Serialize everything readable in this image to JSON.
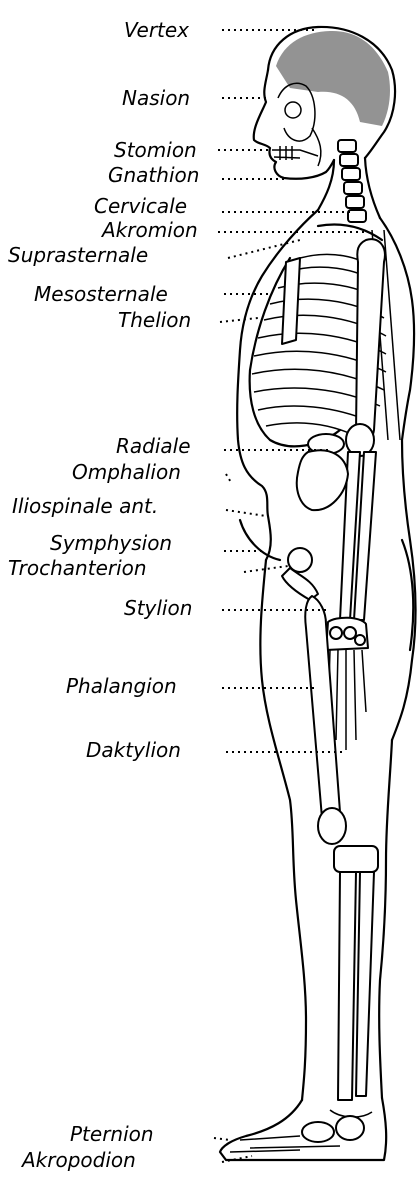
{
  "labels": {
    "vertex": "Vertex",
    "nasion": "Nasion",
    "stomion": "Stomion",
    "gnathion": "Gnathion",
    "cervicale": "Cervicale",
    "akromion": "Akromion",
    "suprasternale": "Suprasternale",
    "mesosternale": "Mesosternale",
    "thelion": "Thelion",
    "radiale": "Radiale",
    "omphalion": "Omphalion",
    "iliospinale_ant": "Iliospinale ant.",
    "symphysion": "Symphysion",
    "trochanterion": "Trochanterion",
    "stylion": "Stylion",
    "phalangion": "Phalangion",
    "daktylion": "Daktylion",
    "pternion": "Pternion",
    "akropodion": "Akropodion"
  },
  "colors": {
    "ink": "#000000",
    "paper": "#ffffff"
  }
}
